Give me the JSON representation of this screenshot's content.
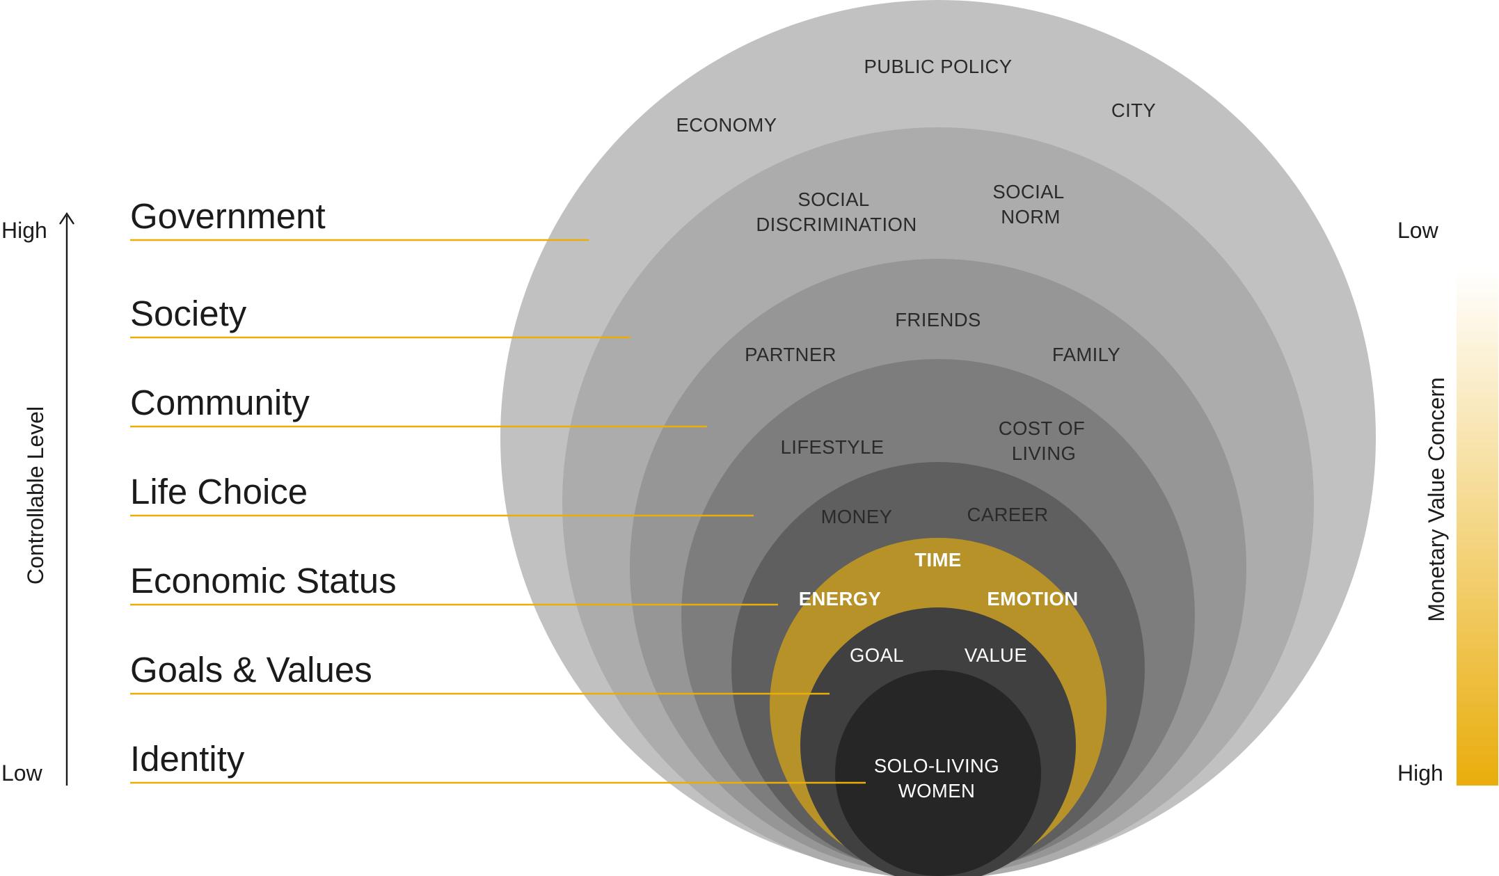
{
  "levels": [
    {
      "name": "Government",
      "tone": "#c1c1c1",
      "items": [
        "PUBLIC POLICY",
        "ECONOMY",
        "CITY"
      ]
    },
    {
      "name": "Society",
      "tone": "#acacac",
      "items": [
        "SOCIAL",
        "DISCRIMINATION",
        "SOCIAL",
        "NORM"
      ]
    },
    {
      "name": "Community",
      "tone": "#969696",
      "items": [
        "FRIENDS",
        "PARTNER",
        "FAMILY"
      ]
    },
    {
      "name": "Life Choice",
      "tone": "#7d7d7d",
      "items": [
        "LIFESTYLE",
        "COST OF",
        "LIVING"
      ]
    },
    {
      "name": "Economic Status",
      "tone": "#5f5f5f",
      "items": [
        "MONEY",
        "CAREER"
      ]
    },
    {
      "name": "Goals & Values",
      "tone": "#404040",
      "items": [
        "GOAL",
        "VALUE"
      ]
    },
    {
      "name": "Identity",
      "tone": "#262626",
      "items": [
        "SOLO-LIVING",
        "WOMEN"
      ]
    }
  ],
  "gold_ring": {
    "tone": "#b69228",
    "items": [
      "TIME",
      "ENERGY",
      "EMOTION"
    ]
  },
  "left_axis": {
    "title": "Controllable Level",
    "high": "High",
    "low": "Low"
  },
  "right_axis": {
    "title": "Monetary Value Concern",
    "top": "Low",
    "bottom": "High",
    "gradient_end": "#e9ad0c"
  },
  "connector_color": "#e9ad0c"
}
